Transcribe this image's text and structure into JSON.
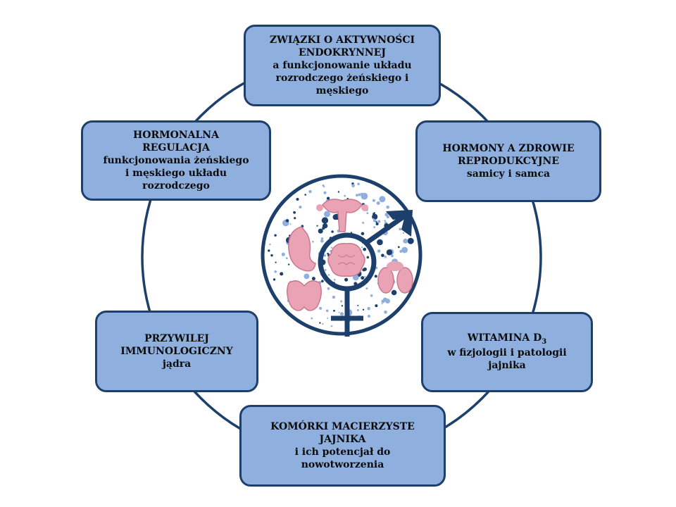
{
  "diagram": {
    "boxes": [
      {
        "id": "top",
        "title": "ZWIĄZKI O AKTYWNOŚCI\nENDOKRYNNEJ",
        "desc": "a funkcjonowanie układu\nrozrodczego żeńskiego i\nmęskiego"
      },
      {
        "id": "top-right",
        "title": "HORMONY A ZDROWIE\nREPRODUKCYJNE",
        "desc": "samicy i samca"
      },
      {
        "id": "mid-right",
        "title_main": "WITAMINA D",
        "title_sub": "3",
        "desc": "w fizjologii i patologii\njajnika"
      },
      {
        "id": "bottom",
        "title": "KOMÓRKI MACIERZYSTE\nJAJNIKA",
        "desc": "i ich potencjał do\nnowotworzenia"
      },
      {
        "id": "mid-left",
        "title": "PRZYWILEJ\nIMMUNOLOGICZNY",
        "desc": "jądra"
      },
      {
        "id": "top-left",
        "title": "HORMONALNA\nREGULACJA",
        "desc": "funkcjonowania żeńskiego\ni męskiego układu\nrozrodczego"
      }
    ],
    "center_icons": [
      "uterus-icon",
      "stomach-icon",
      "brain-icon",
      "kidneys-icon",
      "thyroid-icon",
      "venus-mars-symbol-icon",
      "sperm-cells-icon"
    ],
    "colors": {
      "box_fill": "#8fb0de",
      "box_border": "#1d3f6b",
      "ring": "#1d3f6b",
      "organ": "#e9a3b5",
      "symbol": "#1d3f6b"
    }
  }
}
